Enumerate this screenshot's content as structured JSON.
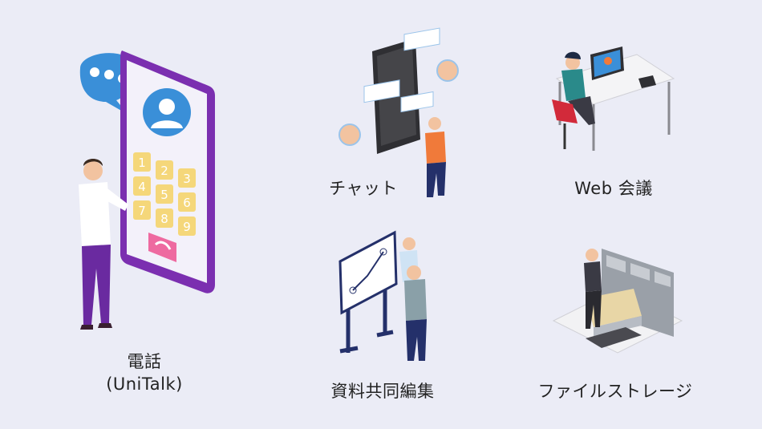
{
  "features": {
    "phone": {
      "line1": "電話",
      "line2": "(UniTalk)",
      "keypad": [
        "1",
        "2",
        "3",
        "4",
        "5",
        "6",
        "7",
        "8",
        "9"
      ]
    },
    "chat": {
      "label": "チャット"
    },
    "web_meeting": {
      "label": "Web 会議"
    },
    "co_editing": {
      "label": "資料共同編集"
    },
    "file_storage": {
      "label": "ファイルストレージ"
    }
  },
  "colors": {
    "background": "#ebecf6",
    "phone_frame": "#7b2fb0",
    "accent_blue": "#3a8fd8",
    "keypad": "#f5d77a",
    "call_button": "#ee6aa0"
  }
}
